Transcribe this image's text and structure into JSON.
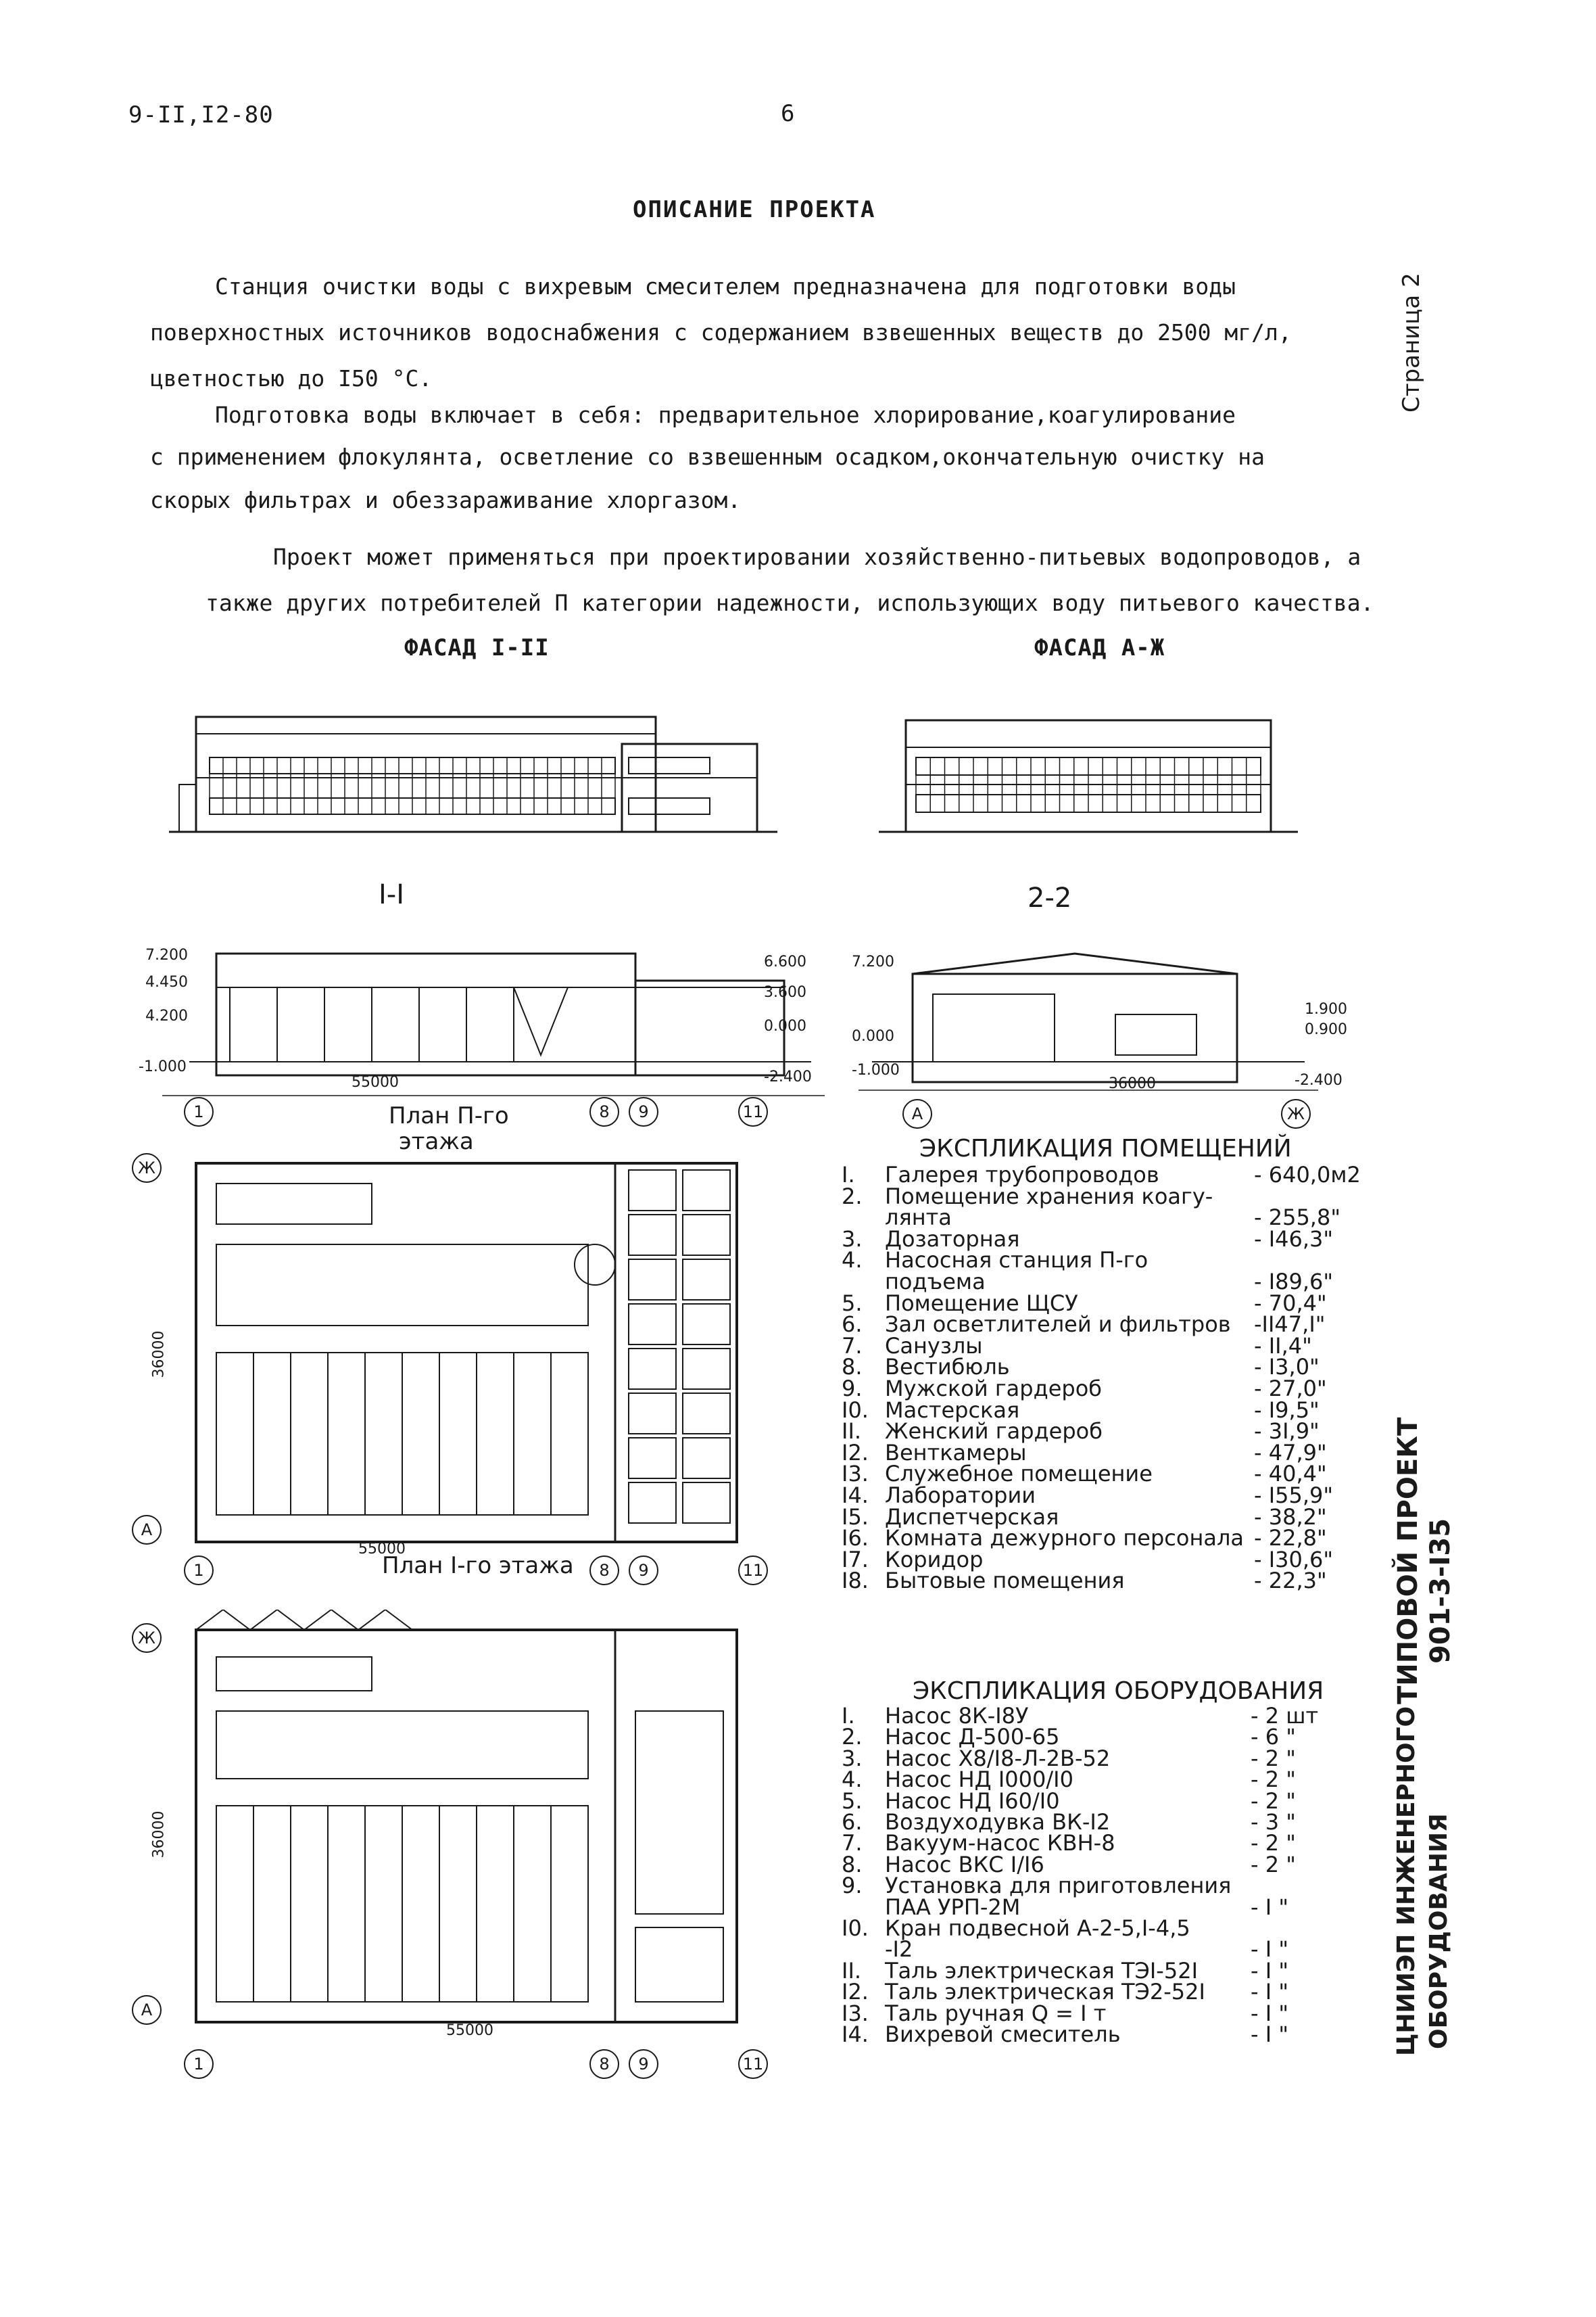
{
  "header": {
    "doc_code": "9-II,I2-80",
    "page_number": "6"
  },
  "title": "ОПИСАНИЕ ПРОЕКТА",
  "paragraphs": [
    "Станция очистки воды с вихревым смесителем предназначена для подготовки воды",
    "поверхностных источников водоснабжения с содержанием взвешенных веществ до 2500 мг/л,",
    "цветностью до I50 °С.",
    "Подготовка воды включает в себя: предварительное хлорирование,коагулирование",
    "с применением флокулянта, осветление со взвешенным осадком,окончательную очистку на",
    "скорых фильтрах и обеззараживание хлоргазом.",
    "Проект может применяться при проектировании хозяйственно-питьевых водопроводов, а",
    "также других потребителей П категории надежности, использующих воду питьевого качества."
  ],
  "side": {
    "page_label": "Страница 2",
    "project_label_1": "ТИПОВОЙ ПРОЕКТ",
    "project_label_2": "901-3-I35",
    "org_label_1": "ЦНИИЭП ИНЖЕНЕРНОГО",
    "org_label_2": "ОБОРУДОВАНИЯ"
  },
  "drawings": {
    "facade_1": "ФАСАД I-II",
    "facade_2": "ФАСАД А-Ж",
    "section_1": "I-I",
    "section_2": "2-2",
    "plan_2_line1": "План П-го",
    "plan_2_line2": "этажа",
    "plan_1": "План I-го этажа",
    "dims": {
      "len_55000": "55000",
      "width_36000": "36000",
      "el_7200": "7.200",
      "el_4450": "4.450",
      "el_4200": "4.200",
      "el_1000": "-1.000",
      "el_6600": "6.600",
      "el_3600": "3.600",
      "el_0000": "0.000",
      "el_2400": "-2.400",
      "el_1900": "1.900",
      "el_0900": "0.900"
    },
    "axes": [
      "1",
      "8",
      "9",
      "11",
      "А",
      "Ж"
    ]
  },
  "rooms": {
    "heading": "ЭКСПЛИКАЦИЯ ПОМЕЩЕНИЙ",
    "items": [
      {
        "n": "I.",
        "name": "Галерея трубопроводов",
        "value": "- 640,0м2"
      },
      {
        "n": "2.",
        "name": "Помещение хранения коагу-",
        "value": ""
      },
      {
        "n": "",
        "name": "лянта",
        "value": "- 255,8\""
      },
      {
        "n": "3.",
        "name": "Дозаторная",
        "value": "- I46,3\""
      },
      {
        "n": "4.",
        "name": "Насосная станция П-го",
        "value": ""
      },
      {
        "n": "",
        "name": "подъема",
        "value": "- I89,6\""
      },
      {
        "n": "5.",
        "name": "Помещение ЩСУ",
        "value": "- 70,4\""
      },
      {
        "n": "6.",
        "name": "Зал осветлителей и фильтров",
        "value": "-II47,I\""
      },
      {
        "n": "7.",
        "name": "Санузлы",
        "value": "- II,4\""
      },
      {
        "n": "8.",
        "name": "Вестибюль",
        "value": "- I3,0\""
      },
      {
        "n": "9.",
        "name": "Мужской гардероб",
        "value": "- 27,0\""
      },
      {
        "n": "I0.",
        "name": "Мастерская",
        "value": "- I9,5\""
      },
      {
        "n": "II.",
        "name": "Женский гардероб",
        "value": "- 3I,9\""
      },
      {
        "n": "I2.",
        "name": "Венткамеры",
        "value": "- 47,9\""
      },
      {
        "n": "I3.",
        "name": "Служебное помещение",
        "value": "- 40,4\""
      },
      {
        "n": "I4.",
        "name": "Лаборатории",
        "value": "- I55,9\""
      },
      {
        "n": "I5.",
        "name": "Диспетчерская",
        "value": "- 38,2\""
      },
      {
        "n": "I6.",
        "name": "Комната дежурного персонала",
        "value": "- 22,8\""
      },
      {
        "n": "I7.",
        "name": "Коридор",
        "value": "- I30,6\""
      },
      {
        "n": "I8.",
        "name": "Бытовые помещения",
        "value": "- 22,3\""
      }
    ]
  },
  "equipment": {
    "heading": "ЭКСПЛИКАЦИЯ ОБОРУДОВАНИЯ",
    "items": [
      {
        "n": "I.",
        "name": "Насос 8К-I8У",
        "value": "- 2 шт"
      },
      {
        "n": "2.",
        "name": "Насос Д-500-65",
        "value": "- 6 \""
      },
      {
        "n": "3.",
        "name": "Насос Х8/I8-Л-2В-52",
        "value": "- 2 \""
      },
      {
        "n": "4.",
        "name": "Насос НД I000/I0",
        "value": "- 2 \""
      },
      {
        "n": "5.",
        "name": "Насос НД I60/I0",
        "value": "- 2 \""
      },
      {
        "n": "6.",
        "name": "Воздуходувка ВК-I2",
        "value": "- 3 \""
      },
      {
        "n": "7.",
        "name": "Вакуум-насос КВН-8",
        "value": "- 2 \""
      },
      {
        "n": "8.",
        "name": "Насос ВКС I/I6",
        "value": "- 2 \""
      },
      {
        "n": "9.",
        "name": "Установка для приготовления",
        "value": ""
      },
      {
        "n": "",
        "name": "ПАА УРП-2М",
        "value": "- I \""
      },
      {
        "n": "I0.",
        "name": "Кран подвесной А-2-5,I-4,5",
        "value": ""
      },
      {
        "n": "",
        "name": "-I2",
        "value": "- I \""
      },
      {
        "n": "II.",
        "name": "Таль электрическая ТЭI-52I",
        "value": "- I \""
      },
      {
        "n": "I2.",
        "name": "Таль электрическая ТЭ2-52I",
        "value": "- I \""
      },
      {
        "n": "I3.",
        "name": "Таль ручная  Q = I т",
        "value": "- I \""
      },
      {
        "n": "I4.",
        "name": "Вихревой смеситель",
        "value": "- I \""
      }
    ]
  }
}
